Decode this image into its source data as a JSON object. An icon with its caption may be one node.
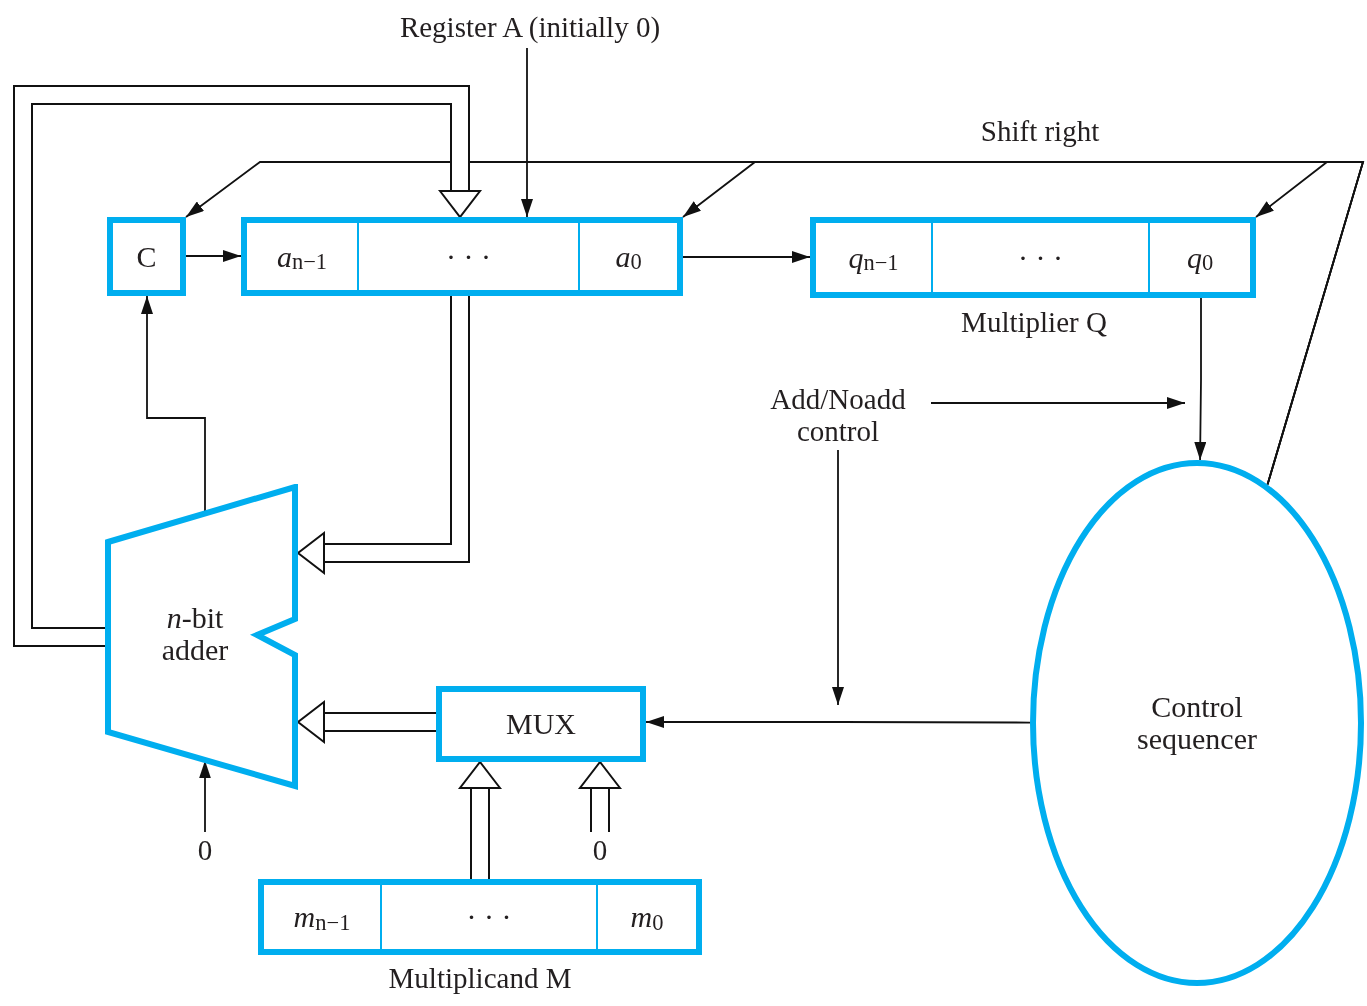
{
  "diagram": {
    "nodes": [
      {
        "text": [
          "Register A (initially 0)"
        ]
      },
      {
        "text": [
          "C"
        ]
      },
      {
        "text": [
          "*a*$_{n−1}$",
          "· · ·",
          "*a*$_{0}$"
        ]
      },
      {
        "text": [
          "*q*$_{n−1}$",
          "· · ·",
          "*q*$_{0}$"
        ],
        "beside": [
          "Multiplier Q"
        ]
      },
      {
        "text": [
          "Add/Noadd control"
        ]
      },
      {
        "text": [
          "Control sequencer"
        ]
      },
      {
        "text": [
          "*n*-bit adder"
        ]
      },
      {
        "text": [
          "MUX"
        ]
      },
      {
        "text": [
          "0"
        ]
      },
      {
        "text": [
          "0"
        ]
      },
      {
        "text": [
          "*m*$_{n−1}$",
          "· · ·",
          "*m*$_{0}$"
        ],
        "beside": [
          "Multiplicand M"
        ]
      }
    ],
    "edges": [
      {
        "from": 0,
        "to": 2,
        "arrow": "to"
      },
      {
        "from": 1,
        "to": 2,
        "arrow": "to"
      },
      {
        "from": 2,
        "to": 3,
        "arrow": "to"
      },
      {
        "from": 3,
        "to": 5,
        "arrow": "to"
      },
      {
        "from": 5,
        "to": 7,
        "arrow": "to"
      },
      {
        "from": 5,
        "to": 1,
        "arrow": "to"
      },
      {
        "from": 5,
        "to": 2,
        "arrow": "to"
      },
      {
        "from": 5,
        "to": 3,
        "arrow": "to"
      },
      {
        "from": 6,
        "to": 1,
        "arrow": "to"
      },
      {
        "from": 6,
        "to": 2,
        "arrow": "to",
        "style": "thick"
      },
      {
        "from": 2,
        "to": 6,
        "arrow": "to",
        "style": "thick"
      },
      {
        "from": 7,
        "to": 6,
        "arrow": "to",
        "style": "thick"
      },
      {
        "from": 10,
        "to": 7,
        "arrow": "to",
        "style": "thick"
      },
      {
        "from": 9,
        "to": 7,
        "arrow": "to",
        "style": "thick"
      },
      {
        "from": 8,
        "to": 6,
        "arrow": "to"
      },
      {
        "from": 4,
        "to": null,
        "arrow": "to"
      },
      {
        "from": 4,
        "to": null,
        "arrow": "to"
      }
    ],
    "labels": [
      "Shift right"
    ]
  }
}
